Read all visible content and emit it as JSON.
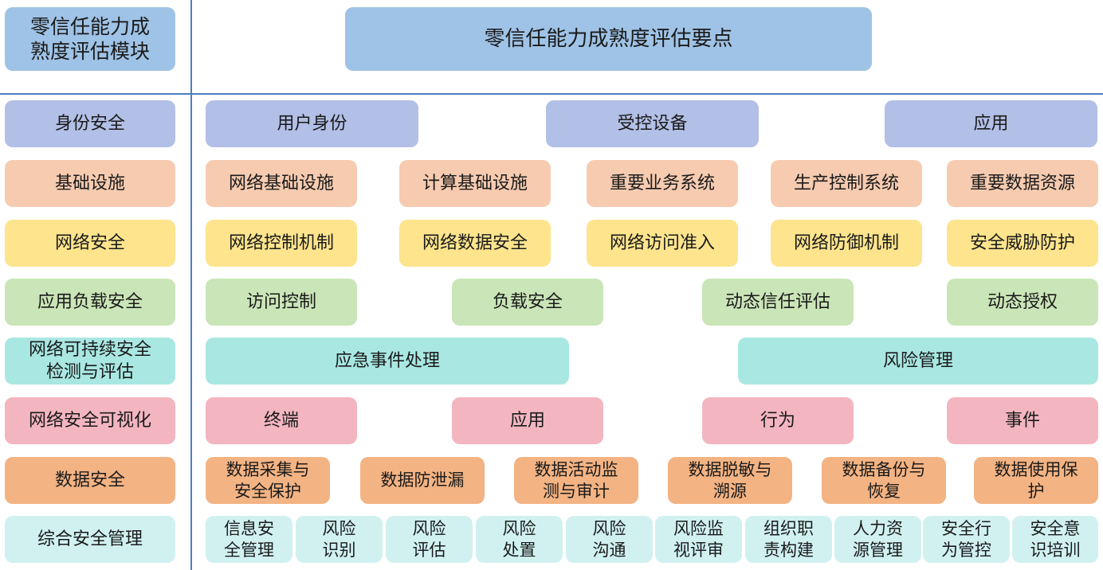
{
  "header": {
    "module_label": "零信任能力成\n熟度评估模块",
    "title": "零信任能力成熟度评估要点"
  },
  "colors": {
    "header": "#9fc3e6",
    "identity": "#b2bfe6",
    "infrastructure": "#f6cbb0",
    "network": "#fde48d",
    "application": "#cae5b7",
    "sustainability": "#a9e7e2",
    "visualization": "#f3b6c0",
    "data": "#f3b383",
    "management": "#d1f1f1",
    "divider": "#4a7fc1"
  },
  "rows": [
    {
      "module": "身份安全",
      "items": [
        "用户身份",
        "受控设备",
        "应用"
      ]
    },
    {
      "module": "基础设施",
      "items": [
        "网络基础设施",
        "计算基础设施",
        "重要业务系统",
        "生产控制系统",
        "重要数据资源"
      ]
    },
    {
      "module": "网络安全",
      "items": [
        "网络控制机制",
        "网络数据安全",
        "网络访问准入",
        "网络防御机制",
        "安全威胁防护"
      ]
    },
    {
      "module": "应用负载安全",
      "items": [
        "访问控制",
        "负载安全",
        "动态信任评估",
        "动态授权"
      ]
    },
    {
      "module": "网络可持续安全\n检测与评估",
      "items": [
        "应急事件处理",
        "风险管理"
      ]
    },
    {
      "module": "网络安全可视化",
      "items": [
        "终端",
        "应用",
        "行为",
        "事件"
      ]
    },
    {
      "module": "数据安全",
      "items": [
        "数据采集与\n安全保护",
        "数据防泄漏",
        "数据活动监\n测与审计",
        "数据脱敏与\n溯源",
        "数据备份与\n恢复",
        "数据使用保\n护"
      ]
    },
    {
      "module": "综合安全管理",
      "items": [
        "信息安\n全管理",
        "风险\n识别",
        "风险\n评估",
        "风险\n处置",
        "风险\n沟通",
        "风险监\n视评审",
        "组织职\n责构建",
        "人力资\n源管理",
        "安全行\n为管控",
        "安全意\n识培训"
      ]
    }
  ]
}
